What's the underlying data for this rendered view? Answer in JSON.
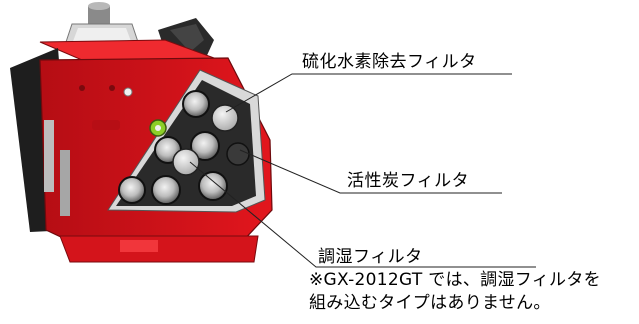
{
  "callouts": {
    "h2s_filter": "硫化水素除去フィルタ",
    "charcoal_filter": "活性炭フィルタ",
    "humidity_filter": "調湿フィルタ"
  },
  "note": {
    "line1": "※GX-2012GT では、調湿フィルタを",
    "line2": "組み込むタイプはありません。"
  },
  "colors": {
    "device_red": "#e0141c",
    "device_dark_red": "#9c0c12",
    "panel_black": "#2a2a2a",
    "filter_gray": "#cfcfcf"
  }
}
